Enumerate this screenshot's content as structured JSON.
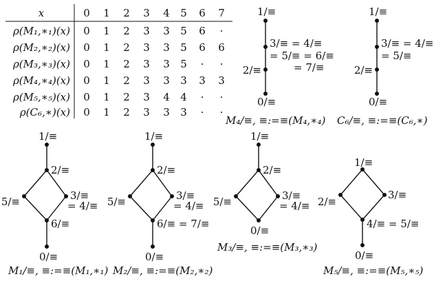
{
  "table": {
    "x_header": "x",
    "columns": [
      "0",
      "1",
      "2",
      "3",
      "4",
      "5",
      "6",
      "7"
    ],
    "rows": [
      {
        "label": "ρ(M₁,∗₁)(x)",
        "values": [
          "0",
          "1",
          "2",
          "3",
          "3",
          "5",
          "6",
          "·"
        ]
      },
      {
        "label": "ρ(M₂,∗₂)(x)",
        "values": [
          "0",
          "1",
          "2",
          "3",
          "3",
          "5",
          "6",
          "6"
        ]
      },
      {
        "label": "ρ(M₃,∗₃)(x)",
        "values": [
          "0",
          "1",
          "2",
          "3",
          "3",
          "5",
          "·",
          "·"
        ]
      },
      {
        "label": "ρ(M₄,∗₄)(x)",
        "values": [
          "0",
          "1",
          "2",
          "3",
          "3",
          "3",
          "3",
          "3"
        ]
      },
      {
        "label": "ρ(M₅,∗₅)(x)",
        "values": [
          "0",
          "1",
          "2",
          "3",
          "4",
          "4",
          "·",
          "·"
        ]
      },
      {
        "label": "ρ(C₆,∗)(x)",
        "values": [
          "0",
          "1",
          "2",
          "3",
          "3",
          "3",
          "·",
          "·"
        ]
      }
    ]
  },
  "diagrams": [
    {
      "id": "M4",
      "caption": "M₄/≡, ≡:=≡(M₄,∗₄)",
      "labels": [
        "1/≡",
        "3/≡ = 4/≡",
        "= 5/≡ = 6/≡",
        "= 7/≡",
        "2/≡",
        "0/≡"
      ]
    },
    {
      "id": "C6",
      "caption": "C₆/≡, ≡:=≡(C₆,∗)",
      "labels": [
        "1/≡",
        "3/≡ = 4/≡",
        "= 5/≡",
        "2/≡",
        "0/≡"
      ]
    },
    {
      "id": "M1",
      "caption": "M₁/≡, ≡:=≡(M₁,∗₁)",
      "labels": [
        "1/≡",
        "2/≡",
        "5/≡",
        "3/≡",
        "= 4/≡",
        "6/≡",
        "0/≡"
      ]
    },
    {
      "id": "M2",
      "caption": "M₂/≡, ≡:=≡(M₂,∗₂)",
      "labels": [
        "1/≡",
        "2/≡",
        "5/≡",
        "3/≡",
        "= 4/≡",
        "6/≡ = 7/≡",
        "0/≡"
      ]
    },
    {
      "id": "M3",
      "caption": "M₃/≡, ≡:=≡(M₃,∗₃)",
      "labels": [
        "1/≡",
        "2/≡",
        "5/≡",
        "3/≡",
        "= 4/≡",
        "0/≡"
      ]
    },
    {
      "id": "M5",
      "caption": "M₅/≡, ≡:=≡(M₅,∗₅)",
      "labels": [
        "1/≡",
        "2/≡",
        "3/≡",
        "4/≡ = 5/≡",
        "0/≡"
      ]
    }
  ]
}
